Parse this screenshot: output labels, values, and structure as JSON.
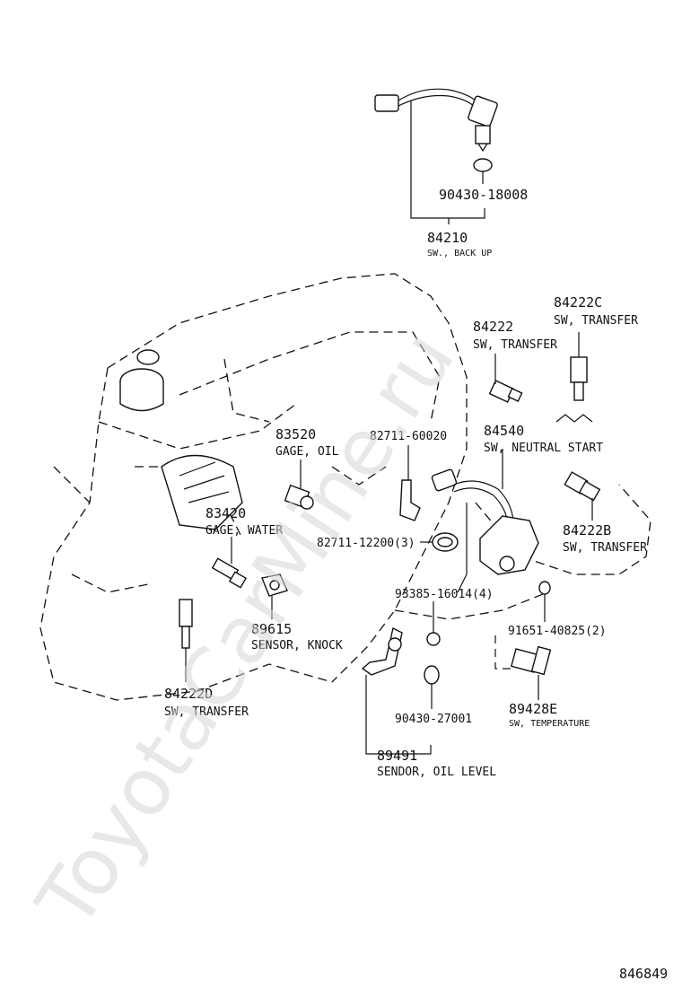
{
  "watermark": "ToyotaCarMine.ru",
  "figure_number": "846849",
  "parts": [
    {
      "id": "84210",
      "number": "84210",
      "name": "SW., BACK UP"
    },
    {
      "id": "90430-18008",
      "number": "90430-18008",
      "name": ""
    },
    {
      "id": "84222C",
      "number": "84222C",
      "name": "SW, TRANSFER"
    },
    {
      "id": "84222",
      "number": "84222",
      "name": "SW, TRANSFER"
    },
    {
      "id": "83520",
      "number": "83520",
      "name": "GAGE, OIL"
    },
    {
      "id": "82711-60020",
      "number": "82711-60020",
      "name": ""
    },
    {
      "id": "84540",
      "number": "84540",
      "name": "SW, NEUTRAL START"
    },
    {
      "id": "83420",
      "number": "83420",
      "name": "GAGE, WATER"
    },
    {
      "id": "82711-12200",
      "number": "82711-12200(3)",
      "name": ""
    },
    {
      "id": "84222B",
      "number": "84222B",
      "name": "SW, TRANSFER"
    },
    {
      "id": "93385-16014",
      "number": "93385-16014(4)",
      "name": ""
    },
    {
      "id": "91651-40825",
      "number": "91651-40825(2)",
      "name": ""
    },
    {
      "id": "89615",
      "number": "89615",
      "name": "SENSOR, KNOCK"
    },
    {
      "id": "84222D",
      "number": "84222D",
      "name": "SW, TRANSFER"
    },
    {
      "id": "89428E",
      "number": "89428E",
      "name": "SW, TEMPERATURE"
    },
    {
      "id": "90430-27001",
      "number": "90430-27001",
      "name": ""
    },
    {
      "id": "89491",
      "number": "89491",
      "name": "SENDOR, OIL LEVEL"
    }
  ]
}
